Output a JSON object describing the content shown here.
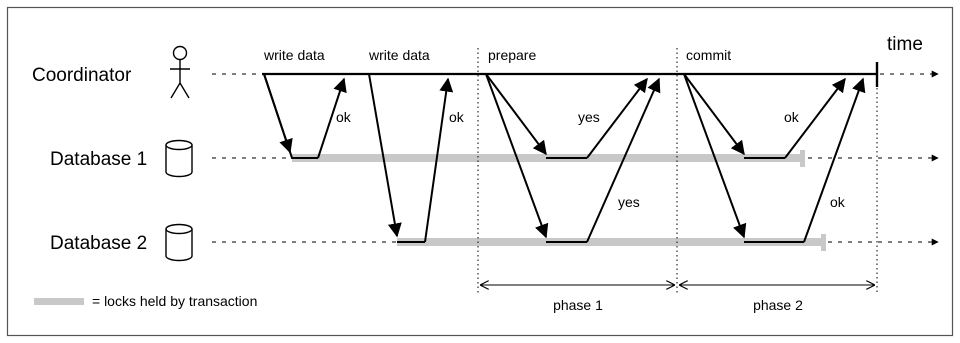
{
  "participants": {
    "coordinator": "Coordinator",
    "db1": "Database 1",
    "db2": "Database 2"
  },
  "axis_label": "time",
  "messages": {
    "write_data_1": "write data",
    "write_data_2": "write data",
    "prepare": "prepare",
    "commit": "commit",
    "ok_1": "ok",
    "ok_2": "ok",
    "yes_1": "yes",
    "yes_2": "yes",
    "ok_3": "ok",
    "ok_4": "ok"
  },
  "phases": {
    "phase1": "phase 1",
    "phase2": "phase 2"
  },
  "legend": {
    "label": "= locks held by transaction"
  },
  "colors": {
    "lock": "#c8c8c8",
    "line": "#000000",
    "border": "#555555"
  }
}
